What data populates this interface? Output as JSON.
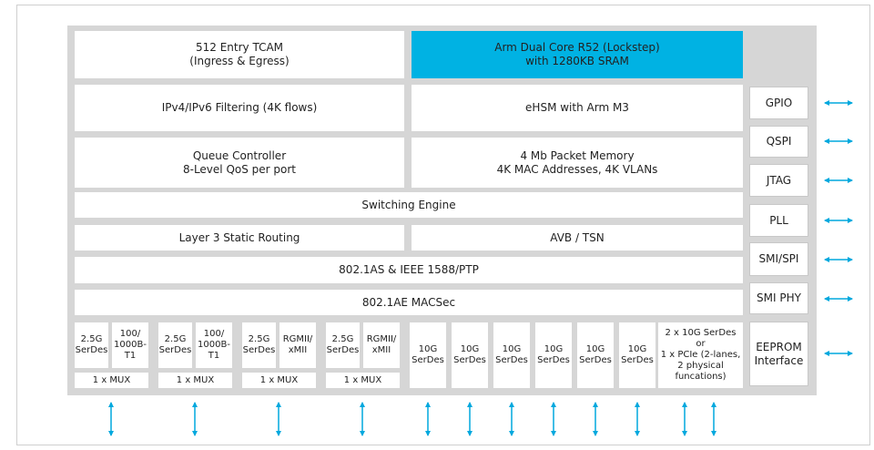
{
  "core": {
    "tcam": "512 Entry TCAM\n(Ingress & Egress)",
    "cpu": "Arm Dual Core R52 (Lockstep)\nwith 1280KB SRAM",
    "ip_filter": "IPv4/IPv6 Filtering (4K flows)",
    "ehsm": "eHSM with Arm M3",
    "queue": "Queue Controller\n8-Level QoS per port",
    "packet_mem": "4 Mb Packet Memory\n4K MAC Addresses, 4K VLANs",
    "switching": "Switching Engine",
    "l3": "Layer 3 Static Routing",
    "avb": "AVB / TSN",
    "ptp": "802.1AS & IEEE 1588/PTP",
    "macsec": "802.1AE MACSec"
  },
  "ports": {
    "mux_groups": [
      {
        "a": "2.5G\nSerDes",
        "b": "100/\n1000B-\nT1",
        "mux": "1 x MUX"
      },
      {
        "a": "2.5G\nSerDes",
        "b": "100/\n1000B-\nT1",
        "mux": "1 x MUX"
      },
      {
        "a": "2.5G\nSerDes",
        "b": "RGMII/\nxMII",
        "mux": "1 x MUX"
      },
      {
        "a": "2.5G\nSerDes",
        "b": "RGMII/\nxMII",
        "mux": "1 x MUX"
      }
    ],
    "serdes_10g": [
      "10G\nSerDes",
      "10G\nSerDes",
      "10G\nSerDes",
      "10G\nSerDes",
      "10G\nSerDes",
      "10G\nSerDes"
    ],
    "pcie": "2 x 10G SerDes or\n1 x PCIe (2-lanes,\n2 physical\nfuncations)"
  },
  "interfaces": [
    "GPIO",
    "QSPI",
    "JTAG",
    "PLL",
    "SMI/SPI",
    "SMI PHY",
    "EEPROM\nInterface"
  ],
  "colors": {
    "accent": "#00b2e3",
    "chip_bg": "#d6d6d6"
  }
}
